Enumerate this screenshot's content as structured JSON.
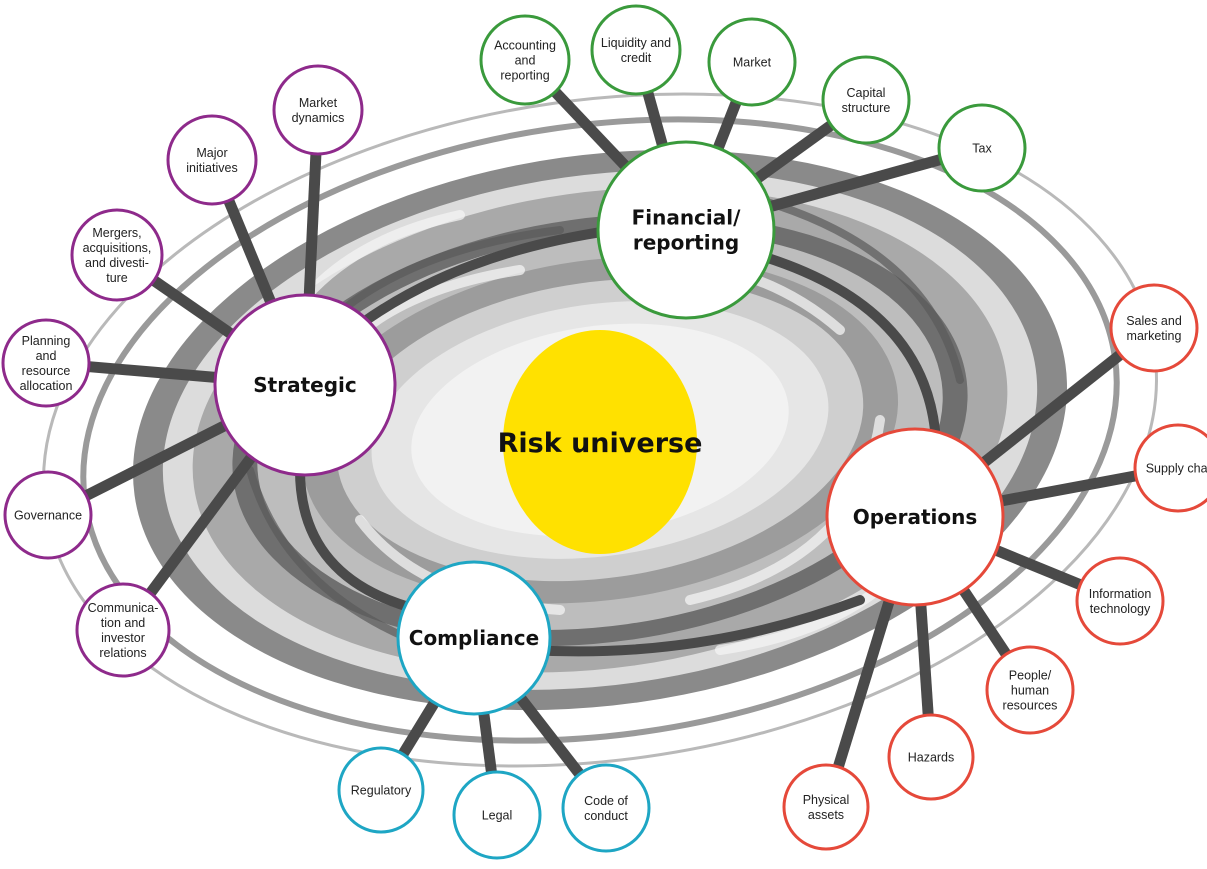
{
  "center": {
    "label": "Risk universe",
    "color": "#FFE100"
  },
  "colors": {
    "strategic": "#8E2A8B",
    "financial": "#3A9A3C",
    "operations": "#E5493A",
    "compliance": "#1EA6C4",
    "connector": "#4A4A4A"
  },
  "hubs": {
    "strategic": {
      "label": "Strategic"
    },
    "financial": {
      "label": [
        "Financial/",
        "reporting"
      ]
    },
    "operations": {
      "label": "Operations"
    },
    "compliance": {
      "label": "Compliance"
    }
  },
  "satellites": {
    "strategic": [
      {
        "label": [
          "Market",
          "dynamics"
        ]
      },
      {
        "label": [
          "Major",
          "initiatives"
        ]
      },
      {
        "label": [
          "Mergers,",
          "acquisitions,",
          "and divesti-",
          "ture"
        ]
      },
      {
        "label": [
          "Planning",
          "and",
          "resource",
          "allocation"
        ]
      },
      {
        "label": [
          "Governance"
        ]
      },
      {
        "label": [
          "Communica-",
          "tion and",
          "investor",
          "relations"
        ]
      }
    ],
    "financial": [
      {
        "label": [
          "Accounting",
          "and",
          "reporting"
        ]
      },
      {
        "label": [
          "Liquidity and",
          "credit"
        ]
      },
      {
        "label": [
          "Market"
        ]
      },
      {
        "label": [
          "Capital",
          "structure"
        ]
      },
      {
        "label": [
          "Tax"
        ]
      }
    ],
    "operations": [
      {
        "label": [
          "Sales and",
          "marketing"
        ]
      },
      {
        "label": [
          "Supply chai"
        ]
      },
      {
        "label": [
          "Information",
          "technology"
        ]
      },
      {
        "label": [
          "People/",
          "human",
          "resources"
        ]
      },
      {
        "label": [
          "Hazards"
        ]
      },
      {
        "label": [
          "Physical",
          "assets"
        ]
      }
    ],
    "compliance": [
      {
        "label": [
          "Regulatory"
        ]
      },
      {
        "label": [
          "Legal"
        ]
      },
      {
        "label": [
          "Code of",
          "conduct"
        ]
      }
    ]
  }
}
